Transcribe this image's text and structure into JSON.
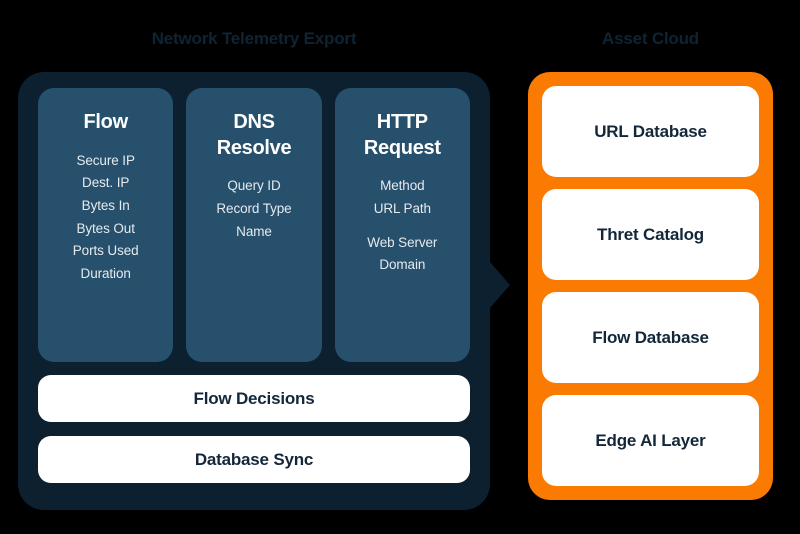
{
  "diagram": {
    "background": "#000000",
    "colors": {
      "panel_dark": "#0C2030",
      "card_blue": "#27506C",
      "accent_orange": "#FB7A02",
      "card_white": "#FFFFFF",
      "title_text": "#0E2433"
    }
  },
  "left_section": {
    "title": "Network Telemetry Export",
    "columns": [
      {
        "title": "Flow",
        "title_lines": [
          "Flow"
        ],
        "fields": [
          "Secure IP",
          "Dest. IP",
          "Bytes In",
          "Bytes Out",
          "Ports Used",
          "Duration"
        ]
      },
      {
        "title": "DNS Resolve",
        "title_lines": [
          "DNS",
          "Resolve"
        ],
        "fields": [
          "Query ID",
          "Record Type",
          "Name"
        ]
      },
      {
        "title": "HTTP Request",
        "title_lines": [
          "HTTP",
          "Request"
        ],
        "fields": [
          "Method",
          "URL Path"
        ],
        "fields_group_two": [
          "Web Server",
          "Domain"
        ]
      }
    ],
    "bars": [
      {
        "label": "Flow Decisions"
      },
      {
        "label": "Database Sync"
      }
    ]
  },
  "connector": {
    "name": "arrow-right",
    "direction": "left-to-right"
  },
  "right_section": {
    "title": "Asset Cloud",
    "cards": [
      {
        "label": "URL Database"
      },
      {
        "label": "Thret Catalog"
      },
      {
        "label": "Flow Database"
      },
      {
        "label": "Edge AI Layer"
      }
    ]
  }
}
